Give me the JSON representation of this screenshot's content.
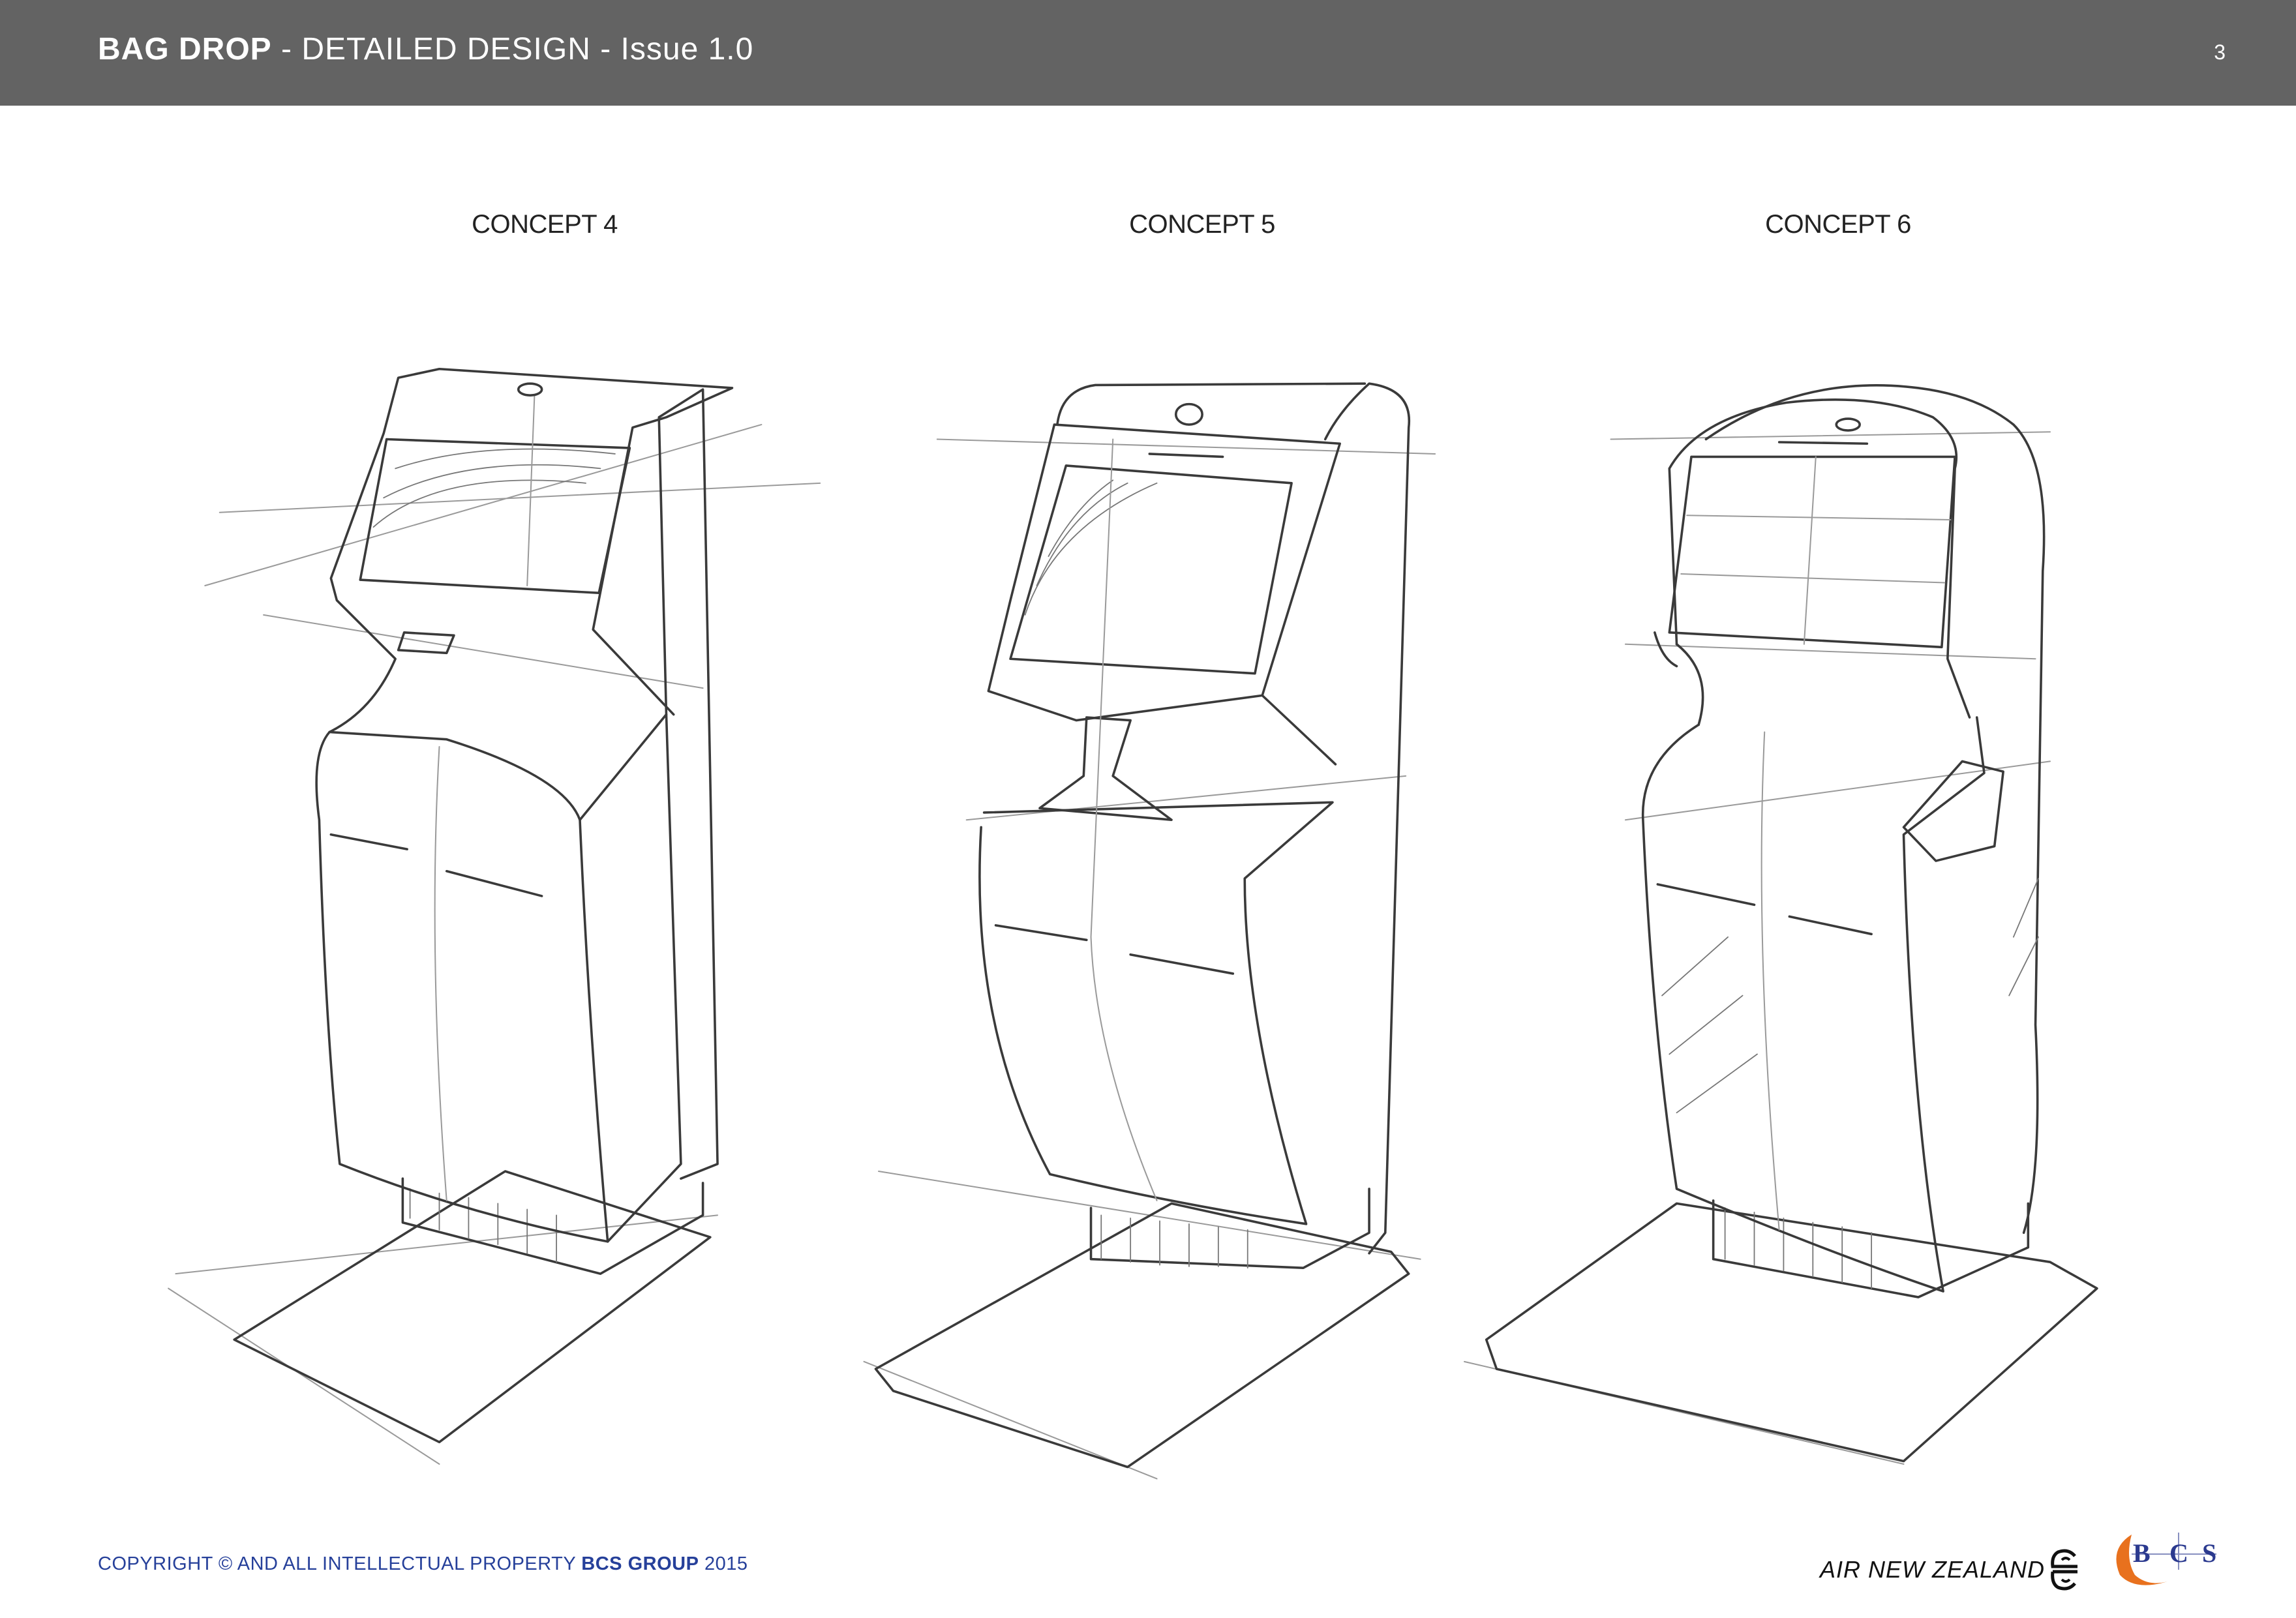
{
  "header": {
    "title_bold": "BAG DROP",
    "title_rest": " - DETAILED DESIGN - Issue 1.0",
    "page_number": "3"
  },
  "concepts": [
    {
      "label": "CONCEPT 4"
    },
    {
      "label": "CONCEPT 5"
    },
    {
      "label": "CONCEPT 6"
    }
  ],
  "footer": {
    "copyright_prefix": "COPYRIGHT © AND ALL INTELLECTUAL PROPERTY ",
    "company": "BCS GROUP",
    "year": " 2015",
    "color": "#26409a"
  },
  "logos": {
    "airline": "AIR NEW ZEALAND",
    "bcs": "BCS",
    "bcs_colors": {
      "letters": "#2b3a8f",
      "crescent": "#e8711e"
    }
  },
  "colors": {
    "header_bg": "#636363",
    "header_text": "#ffffff"
  }
}
